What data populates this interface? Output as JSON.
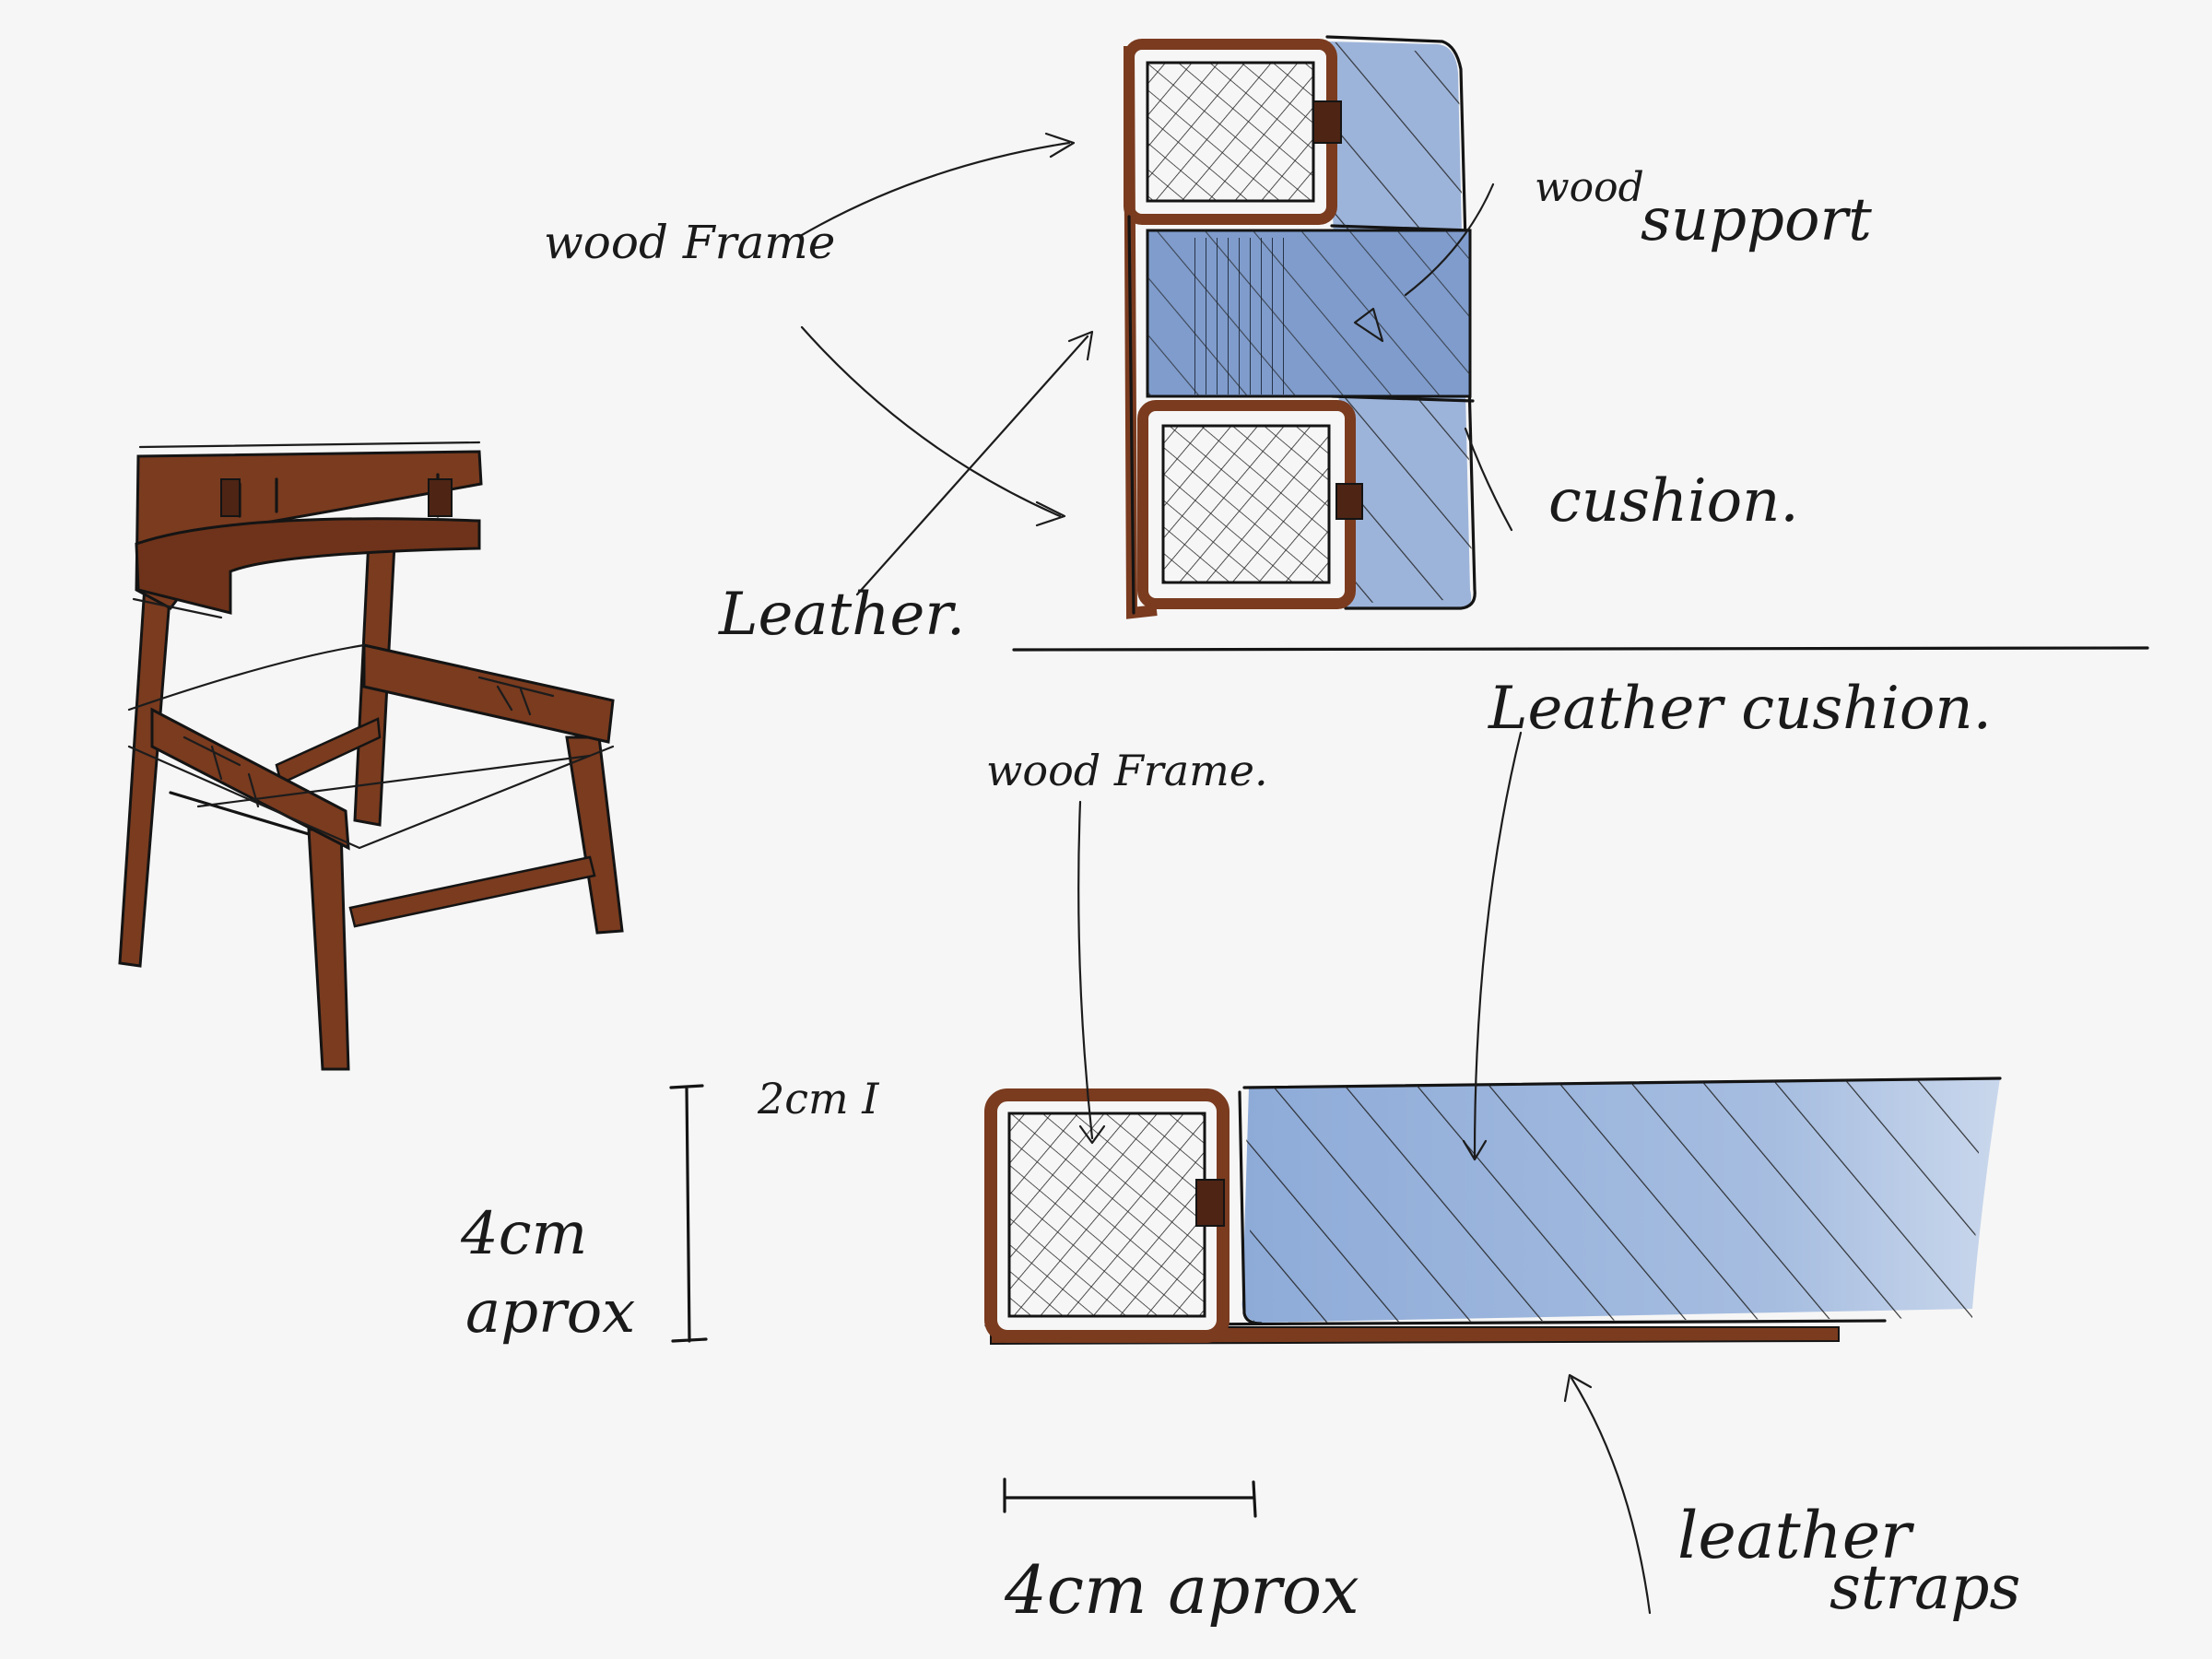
{
  "colors": {
    "paper": "#f6f6f6",
    "ink": "#141414",
    "wood": "#7a3b1f",
    "wood_dark": "#4e2414",
    "leather_blue": "#9db4da",
    "leather_blue_dark": "#7f9ccc"
  },
  "labels": {
    "wood_frame_top": "wood Frame",
    "wood_support_1": "wood",
    "wood_support_2": "support",
    "leather_top": "Leather.",
    "cushion": "cushion.",
    "wood_frame_bottom": "wood Frame.",
    "leather_cushion": "Leather cushion.",
    "dim_2cm": "2cm I",
    "dim_vert_1": "4cm",
    "dim_vert_2": "aprox",
    "dim_horiz": "4cm aprox",
    "leather_straps_1": "leather",
    "leather_straps_2": "straps"
  }
}
